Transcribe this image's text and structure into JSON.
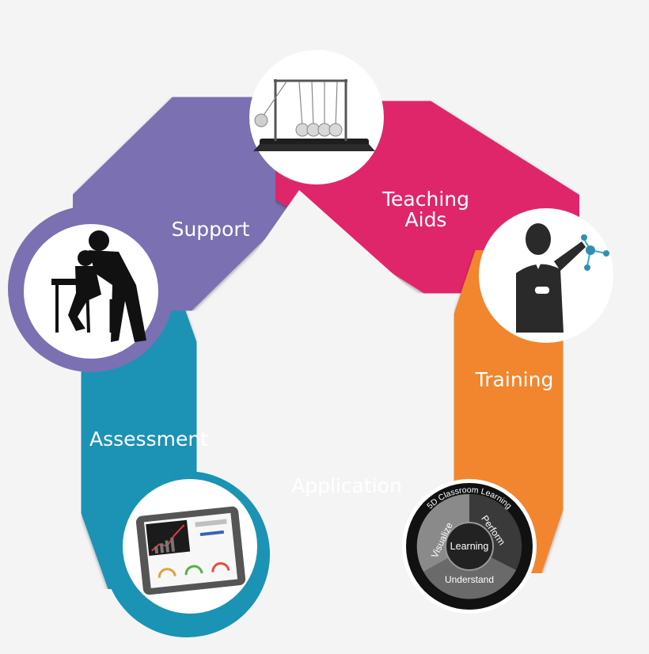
{
  "segments": {
    "teaching_aids": {
      "label_line1": "Teaching",
      "label_line2": "Aids",
      "icon": "newtons-cradle-icon",
      "color": "#e0286a"
    },
    "training": {
      "label": "Training",
      "icon": "trainer-with-molecule-icon",
      "color": "#f2862f"
    },
    "application": {
      "label": "Application",
      "icon": "learning-wheel-icon",
      "color": "#5b2a5f"
    },
    "assessment": {
      "label": "Assessment",
      "icon": "tablet-dashboard-icon",
      "color": "#1a93b4"
    },
    "support": {
      "label": "Support",
      "icon": "teacher-helping-student-icon",
      "color": "#7a70b2"
    }
  },
  "learning_wheel": {
    "center": "Learning",
    "outer_ring": "5D Classroom Learning",
    "segments": [
      "Perform",
      "Understand",
      "Visualize"
    ]
  }
}
